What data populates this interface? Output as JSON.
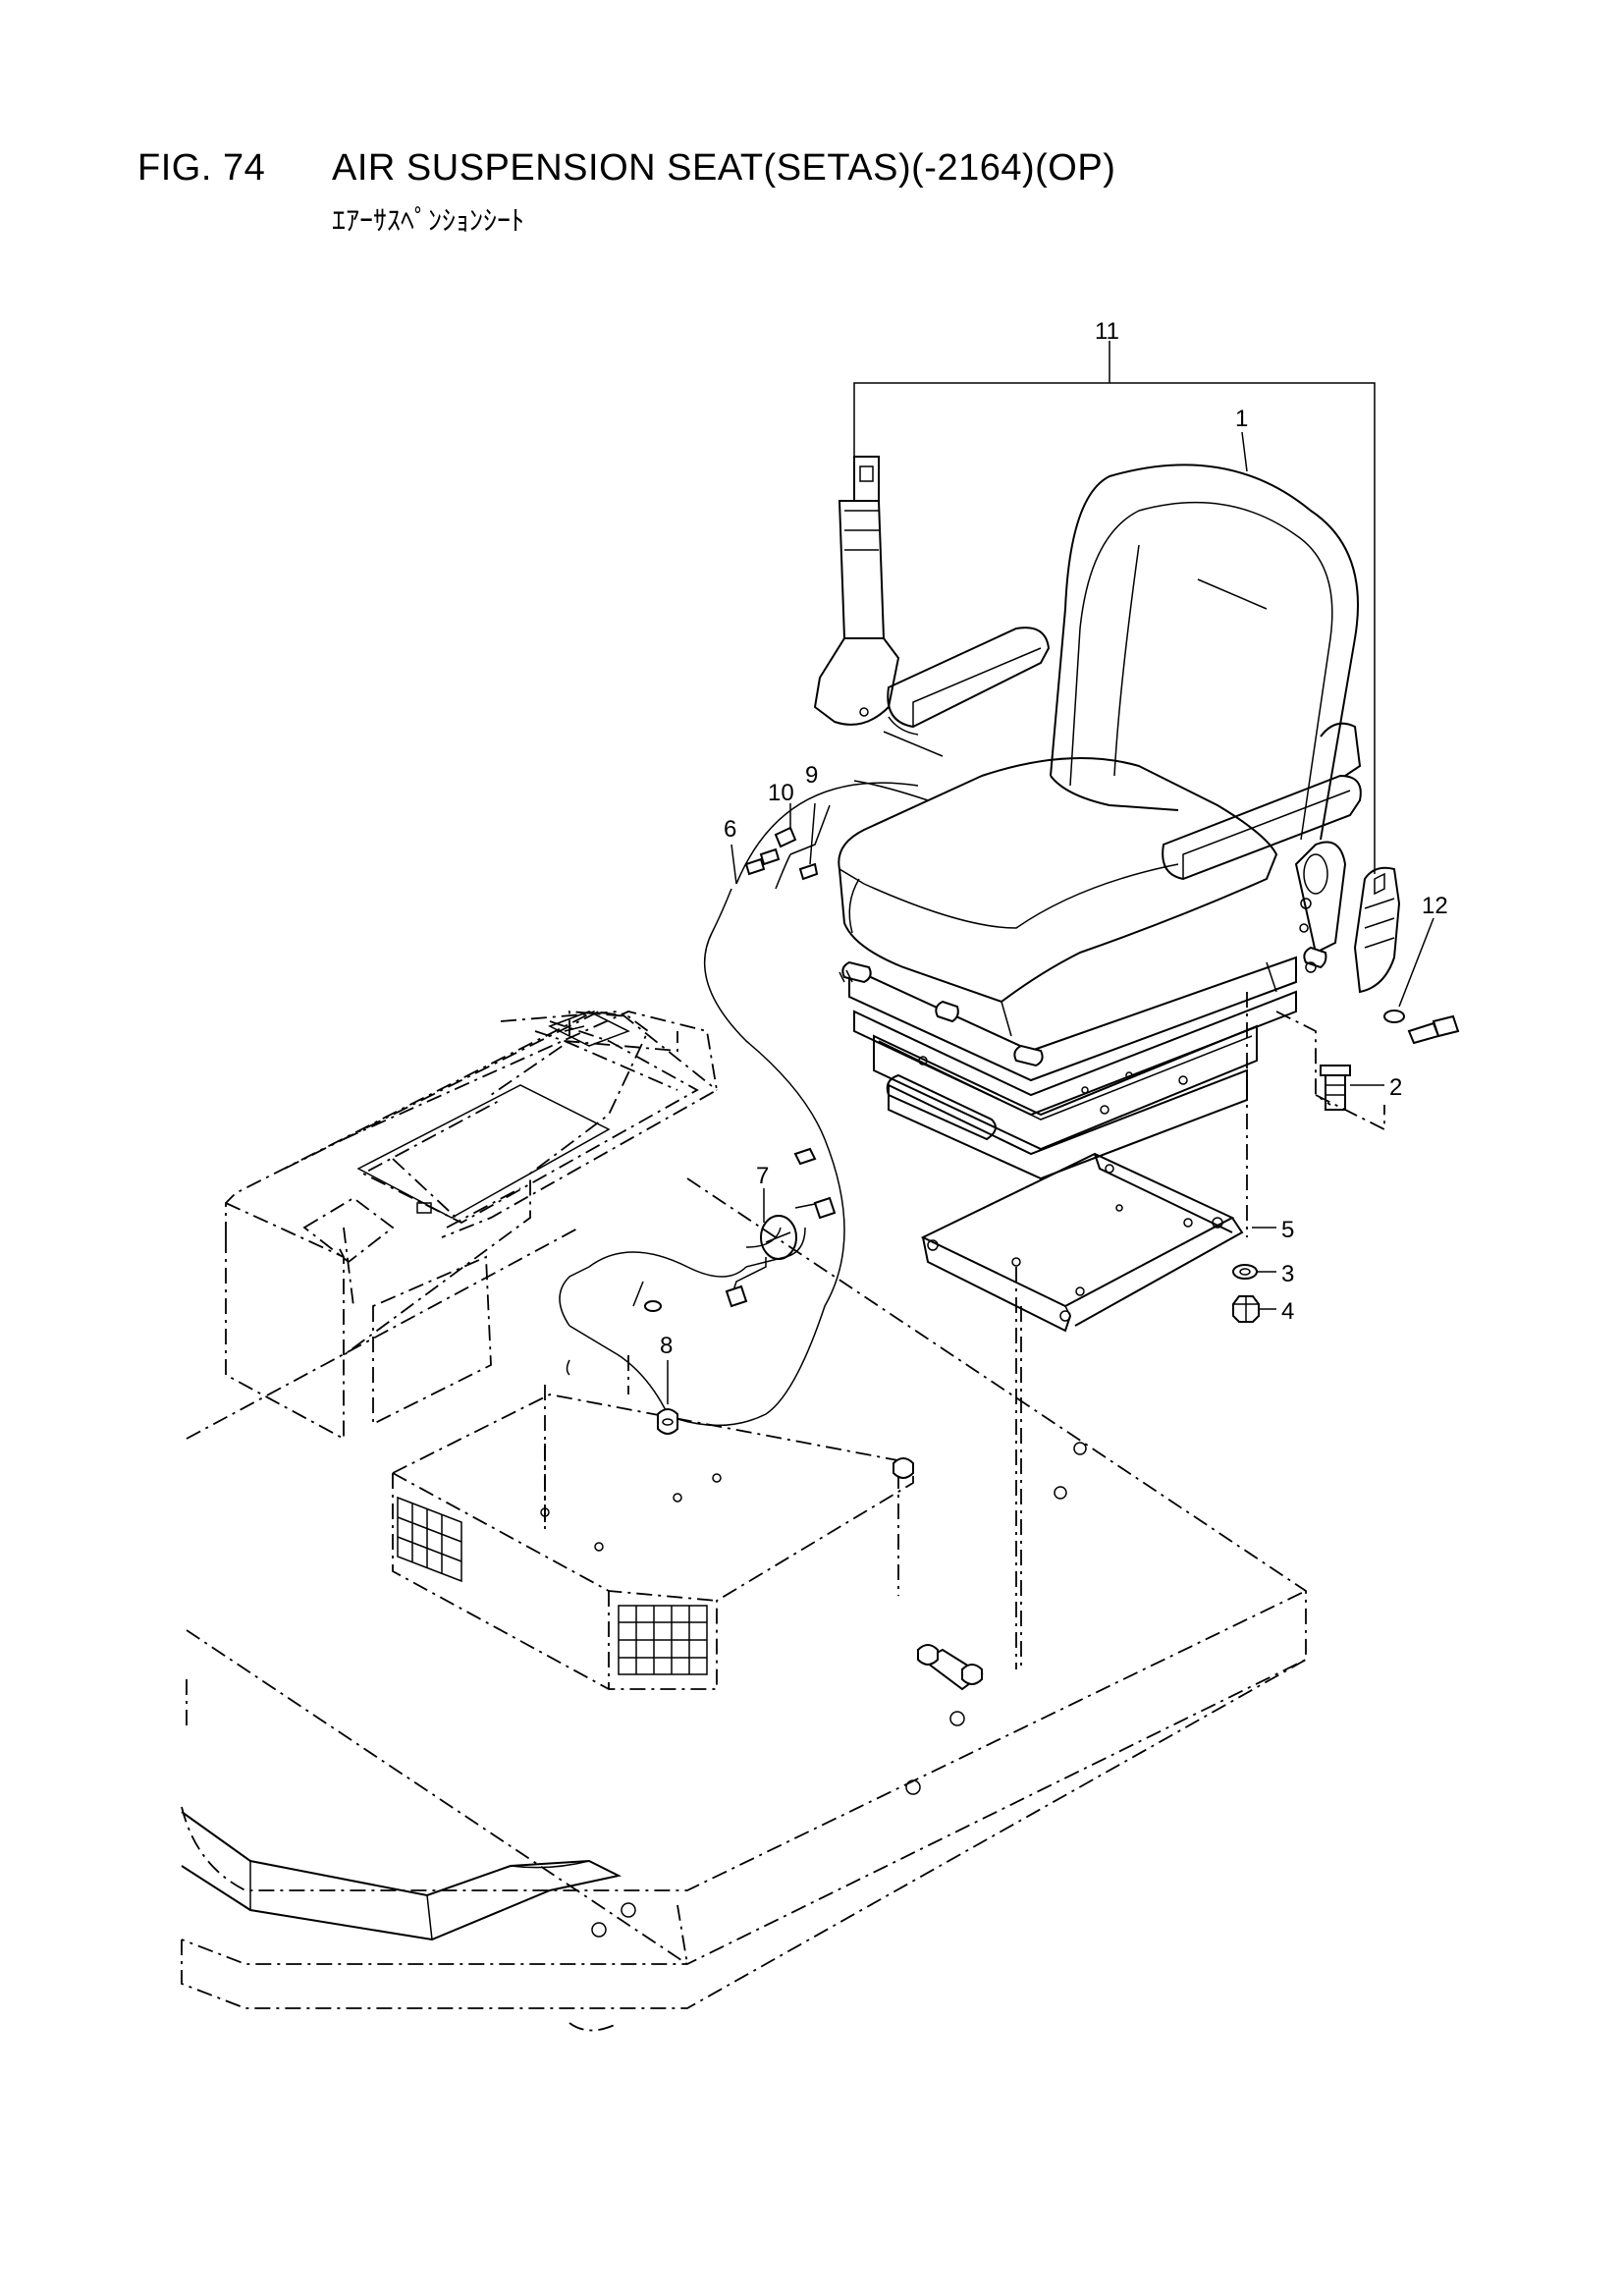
{
  "header": {
    "fig_number": "FIG. 74",
    "title": "AIR SUSPENSION SEAT(SETAS)(-2164)(OP)",
    "subtitle": "ｴｱｰｻｽﾍﾟﾝｼｮﾝｼｰﾄ"
  },
  "callouts": [
    {
      "id": "11",
      "label": "11"
    },
    {
      "id": "1",
      "label": "1"
    },
    {
      "id": "12",
      "label": "12"
    },
    {
      "id": "2",
      "label": "2"
    },
    {
      "id": "10",
      "label": "10"
    },
    {
      "id": "9",
      "label": "9"
    },
    {
      "id": "6",
      "label": "6"
    },
    {
      "id": "7",
      "label": "7"
    },
    {
      "id": "5",
      "label": "5"
    },
    {
      "id": "3",
      "label": "3"
    },
    {
      "id": "4",
      "label": "4"
    },
    {
      "id": "8",
      "label": "8"
    }
  ]
}
